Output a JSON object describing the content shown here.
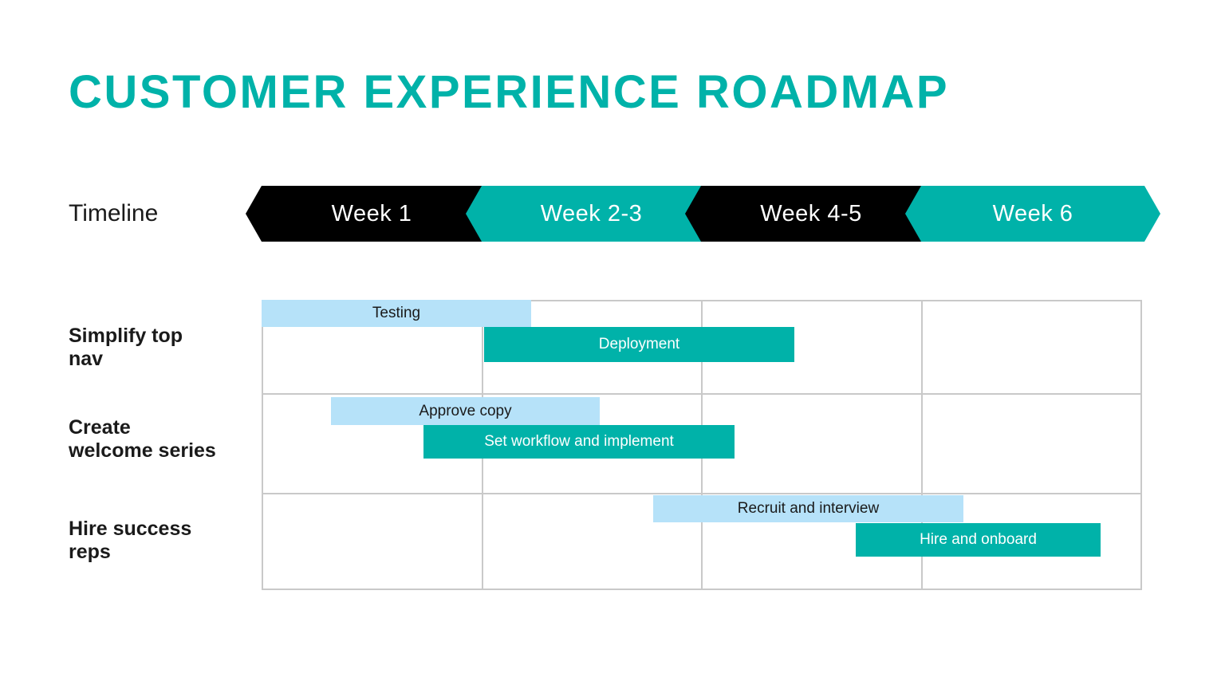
{
  "colors": {
    "teal": "#00B2A9",
    "light_blue": "#B6E2F9",
    "ink": "#000000",
    "grid_line": "#C9C9C9",
    "dark_text": "#1A1A1A",
    "white_text": "#FFFFFF"
  },
  "chart_data": {
    "type": "gantt",
    "title": "CUSTOMER EXPERIENCE ROADMAP",
    "x_axis": {
      "label": "Timeline",
      "categories": [
        "Week 1",
        "Week 2-3",
        "Week 4-5",
        "Week 6"
      ],
      "category_colors": [
        "ink",
        "teal",
        "ink",
        "teal"
      ],
      "range_periods": [
        0,
        4
      ],
      "grid": true,
      "legend": "none"
    },
    "rows": [
      {
        "label": "Simplify top\nnav",
        "tasks": [
          {
            "label": "Testing",
            "color_key": "light_blue",
            "start_period": 0.0,
            "end_period": 1.22
          },
          {
            "label": "Deployment",
            "color_key": "teal",
            "start_period": 1.01,
            "end_period": 2.42
          }
        ]
      },
      {
        "label": "Create\nwelcome series",
        "tasks": [
          {
            "label": "Approve copy",
            "color_key": "light_blue",
            "start_period": 0.32,
            "end_period": 1.54
          },
          {
            "label": "Set workflow and implement",
            "color_key": "teal",
            "start_period": 0.74,
            "end_period": 2.15
          }
        ]
      },
      {
        "label": "Hire success\nreps",
        "tasks": [
          {
            "label": "Recruit and interview",
            "color_key": "light_blue",
            "start_period": 1.78,
            "end_period": 3.19
          },
          {
            "label": "Hire and onboard",
            "color_key": "teal",
            "start_period": 2.7,
            "end_period": 3.81
          }
        ]
      }
    ]
  }
}
